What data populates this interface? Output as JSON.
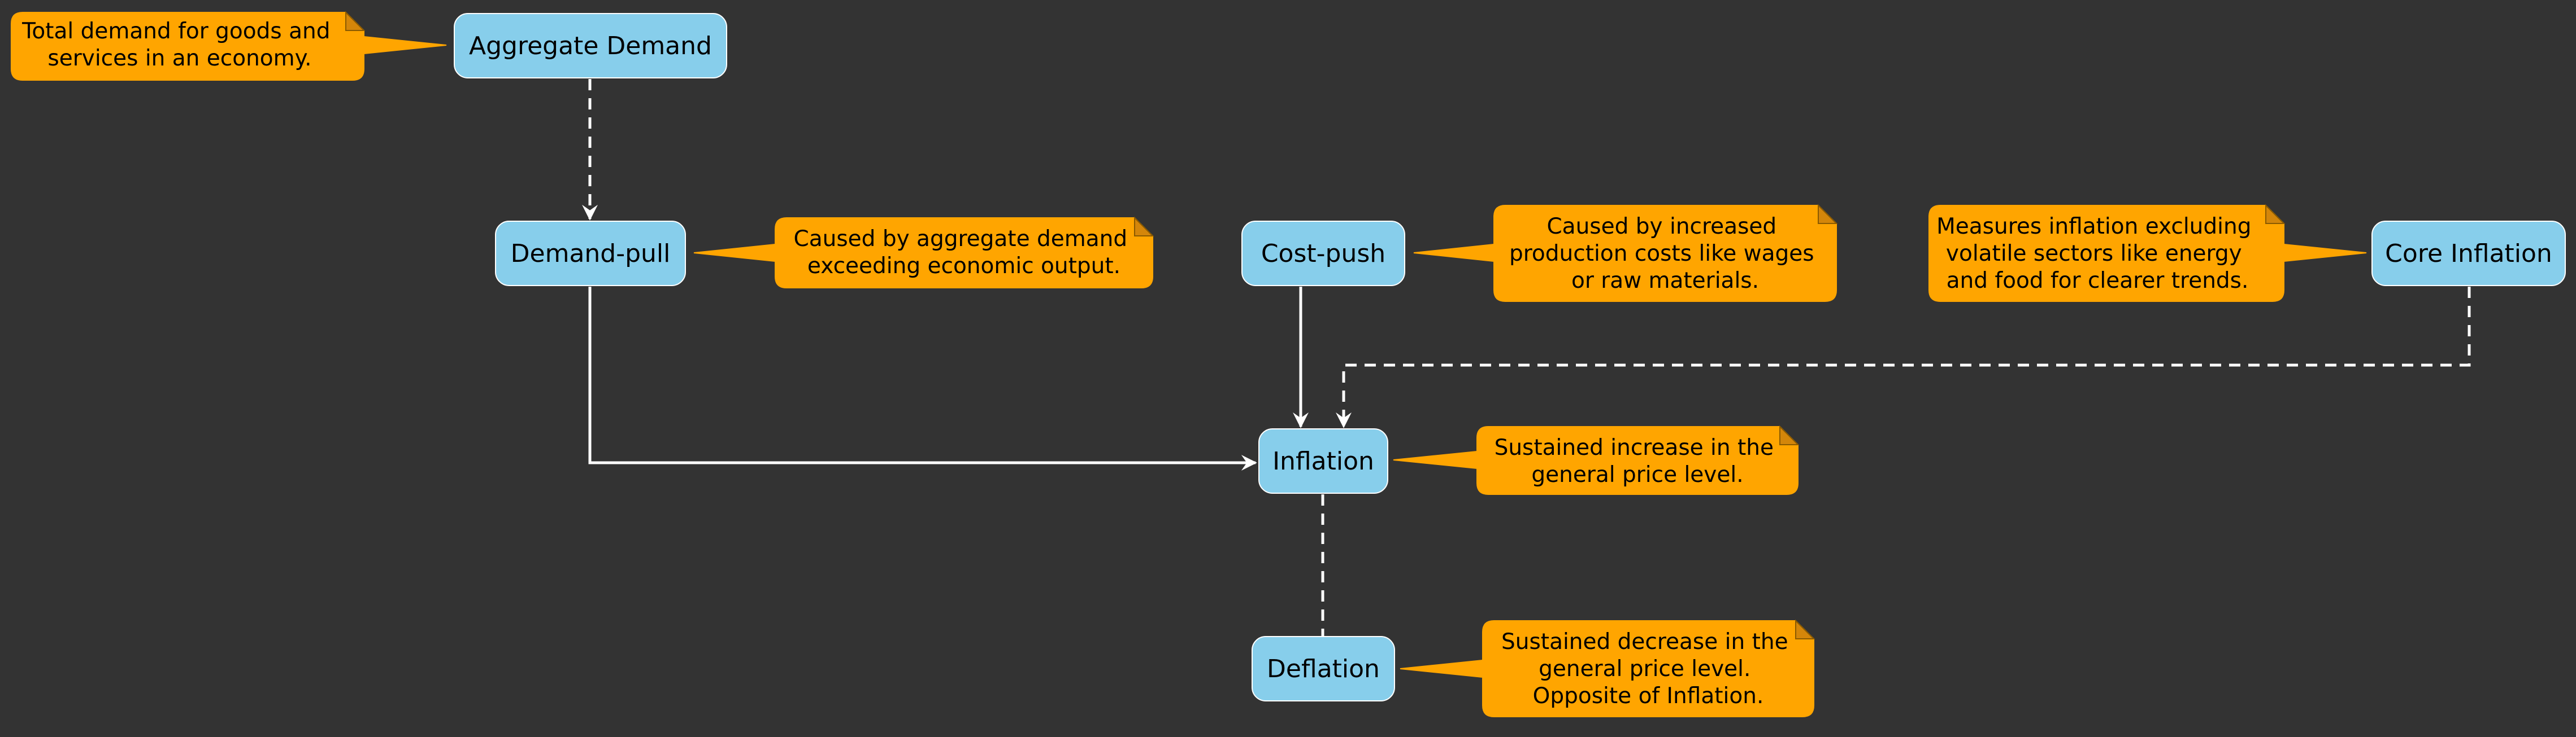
{
  "diagram": {
    "colors": {
      "background": "#333333",
      "node_fill": "#87CEEB",
      "node_stroke": "#FFFFFF",
      "note_fill": "#FFA500",
      "note_fold": "#D4860A",
      "edge": "#FFFFFF"
    },
    "nodes": {
      "aggregate_demand": "Aggregate Demand",
      "demand_pull": "Demand-pull",
      "cost_push": "Cost-push",
      "core_inflation": "Core Inflation",
      "inflation": "Inflation",
      "deflation": "Deflation"
    },
    "notes": {
      "aggregate_demand": [
        "Total demand for goods and",
        "services in an economy."
      ],
      "demand_pull": [
        "Caused by aggregate demand",
        "exceeding economic output."
      ],
      "cost_push": [
        "Caused by increased",
        "production costs like wages",
        "or raw materials."
      ],
      "core_inflation": [
        "Measures inflation excluding",
        "volatile sectors like energy",
        "and food for clearer trends."
      ],
      "inflation": [
        "Sustained increase in the",
        "general price level."
      ],
      "deflation": [
        "Sustained decrease in the",
        "general price level.",
        "Opposite of Inflation."
      ]
    }
  }
}
